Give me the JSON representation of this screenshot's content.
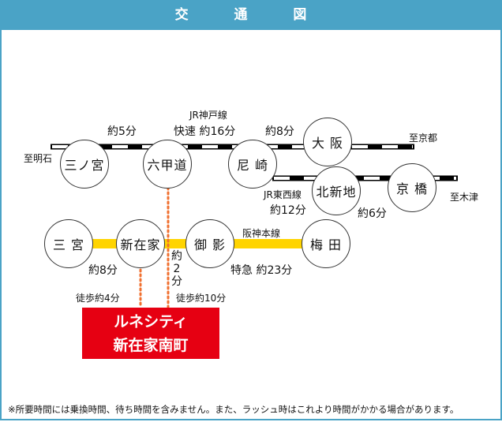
{
  "title": "交 通 図",
  "stations": {
    "sannomiya_jr": "三ノ宮",
    "rokkomichi": "六甲道",
    "amagasaki": "尼 崎",
    "osaka": "大 阪",
    "kitashinchi": "北新地",
    "kyobashi": "京 橋",
    "sannomiya": "三 宮",
    "shinzaike": "新在家",
    "mikage": "御 影",
    "umeda": "梅 田"
  },
  "labels": {
    "jr_kobe": "JR神戸線",
    "t1": "約5分",
    "t2": "快速 約16分",
    "t3": "約8分",
    "to_kyoto": "至京都",
    "to_akashi": "至明石",
    "jr_tozai": "JR東西線",
    "t4": "約12分",
    "t5": "約6分",
    "to_kizu": "至木津",
    "hanshin": "阪神本線",
    "t6": "約8分",
    "t7a": "約",
    "t7b": "2",
    "t7c": "分",
    "t8": "特急 約23分",
    "walk1": "徒歩約4分",
    "walk2": "徒歩約10分"
  },
  "destination": {
    "line1": "ルネシティ",
    "line2": "新在家南町"
  },
  "note": "※所要時間には乗換時間、待ち時間を含みません。また、ラッシュ時はこれより時間がかかる場合があります。",
  "colors": {
    "header": "#4aa3c6",
    "hanshin": "#ffd400",
    "walk": "#f07030",
    "destination": "#e60012"
  }
}
